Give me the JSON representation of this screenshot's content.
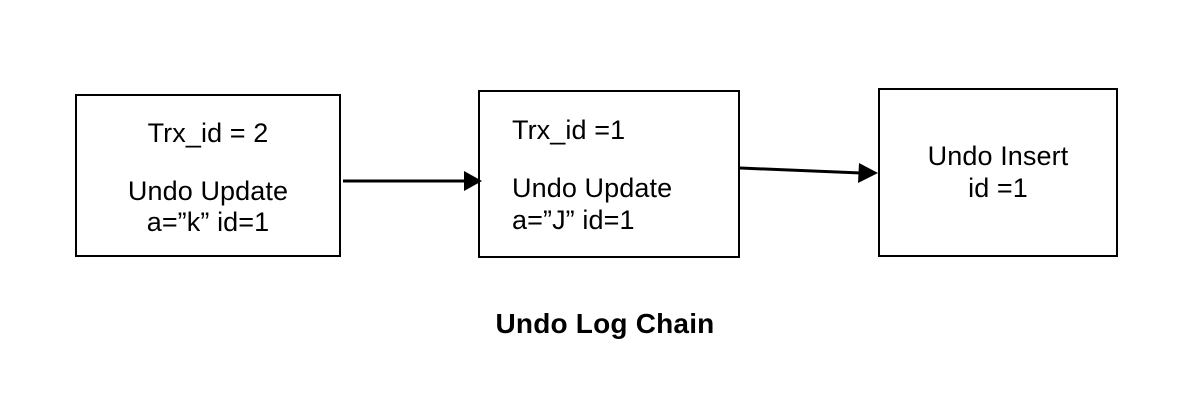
{
  "diagram": {
    "caption": "Undo Log Chain",
    "stroke_color": "#000000",
    "background_color": "#ffffff",
    "nodes": [
      {
        "id": "undo-update-trx2",
        "line1": "Trx_id = 2",
        "line2": "Undo Update",
        "line3": "a=”k” id=1"
      },
      {
        "id": "undo-update-trx1",
        "line1": "Trx_id =1",
        "line2": "Undo Update",
        "line3": "a=”J” id=1"
      },
      {
        "id": "undo-insert",
        "line1": "Undo Insert",
        "line2": "id =1"
      }
    ],
    "edges": [
      {
        "id": "edge-1",
        "from": "undo-update-trx2",
        "to": "undo-update-trx1"
      },
      {
        "id": "edge-2",
        "from": "undo-update-trx1",
        "to": "undo-insert"
      }
    ]
  }
}
